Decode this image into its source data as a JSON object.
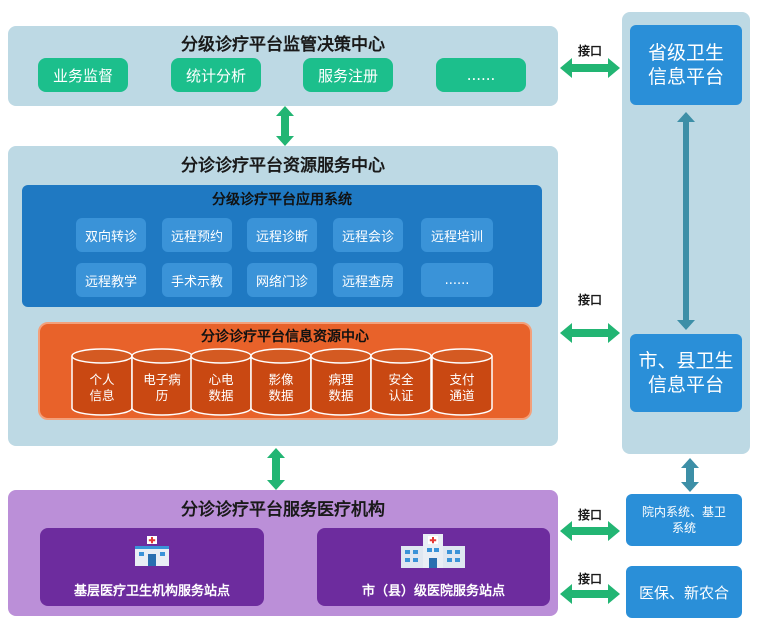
{
  "top": {
    "title": "分级诊疗平台监管决策中心",
    "buttons": [
      "业务监督",
      "统计分析",
      "服务注册",
      "......"
    ]
  },
  "middle": {
    "title": "分诊诊疗平台资源服务中心",
    "app": {
      "title": "分级诊疗平台应用系统",
      "row1": [
        "双向转诊",
        "远程预约",
        "远程诊断",
        "远程会诊",
        "远程培训"
      ],
      "row2": [
        "远程教学",
        "手术示教",
        "网络门诊",
        "远程查房",
        "......"
      ]
    },
    "info": {
      "title": "分诊诊疗平台信息资源中心",
      "cylinders": [
        [
          "个人",
          "信息"
        ],
        [
          "电子病",
          "历"
        ],
        [
          "心电",
          "数据"
        ],
        [
          "影像",
          "数据"
        ],
        [
          "病理",
          "数据"
        ],
        [
          "安全",
          "认证"
        ],
        [
          "支付",
          "通道"
        ]
      ]
    }
  },
  "bottom": {
    "title": "分诊诊疗平台服务医疗机构",
    "left": "基层医疗卫生机构服务站点",
    "right": "市（县）级医院服务站点"
  },
  "right": {
    "provincial": [
      "省级卫生",
      "信息平台"
    ],
    "city": [
      "市、县卫生",
      "信息平台"
    ],
    "hospital": [
      "院内系统、基卫",
      "系统"
    ],
    "insurance": "医保、新农合"
  },
  "interface_label": "接口",
  "colors": {
    "panel": "#bdd9e4",
    "green": "#1cbf8c",
    "blue": "#1f79c2",
    "orange": "#e8622a",
    "cylinder": "#c94812",
    "purple_panel": "#bb8fd8",
    "purple_box": "#6d2c9e",
    "arrow_green": "#22b573",
    "arrow_teal": "#3d8fa7"
  }
}
